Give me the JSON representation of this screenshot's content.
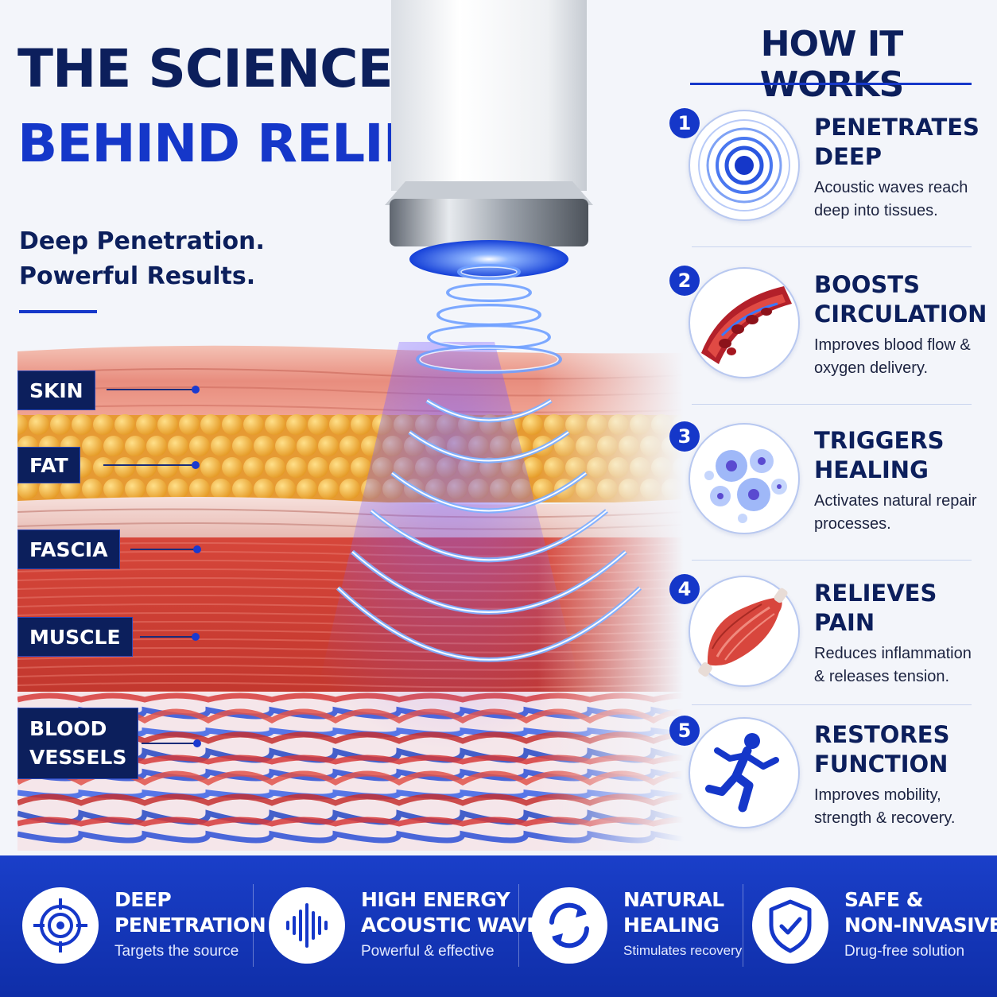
{
  "hero": {
    "title_line1": "THE SCIENCE",
    "title_line2": "BEHIND RELIEF",
    "subtitle_line1": "Deep Penetration.",
    "subtitle_line2": "Powerful Results."
  },
  "tissue_layers": {
    "skin": "SKIN",
    "fat": "FAT",
    "fascia": "FASCIA",
    "muscle": "MUSCLE",
    "blood_vessels_line1": "BLOOD",
    "blood_vessels_line2": "VESSELS"
  },
  "how_it_works": {
    "title": "HOW IT WORKS",
    "steps": [
      {
        "number": "1",
        "title_line1": "PENETRATES",
        "title_line2": "DEEP",
        "description": "Acoustic waves reach deep into tissues.",
        "icon": "target-waves-icon"
      },
      {
        "number": "2",
        "title_line1": "BOOSTS",
        "title_line2": "CIRCULATION",
        "description": "Improves blood flow & oxygen delivery.",
        "icon": "blood-vessel-icon"
      },
      {
        "number": "3",
        "title_line1": "TRIGGERS",
        "title_line2": "HEALING",
        "description": "Activates natural repair processes.",
        "icon": "cells-icon"
      },
      {
        "number": "4",
        "title_line1": "RELIEVES",
        "title_line2": "PAIN",
        "description": "Reduces inflammation & releases tension.",
        "icon": "muscle-icon"
      },
      {
        "number": "5",
        "title_line1": "RESTORES",
        "title_line2": "FUNCTION",
        "description": "Improves mobility, strength & recovery.",
        "icon": "runner-icon"
      }
    ]
  },
  "features": [
    {
      "title_line1": "DEEP",
      "title_line2": "PENETRATION",
      "description": "Targets the source",
      "icon": "crosshair-icon"
    },
    {
      "title_line1": "HIGH ENERGY",
      "title_line2": "ACOUSTIC WAVES",
      "description": "Powerful & effective",
      "icon": "sound-wave-icon"
    },
    {
      "title_line1": "NATURAL",
      "title_line2": "HEALING",
      "description": "Stimulates recovery",
      "icon": "refresh-arrows-icon"
    },
    {
      "title_line1": "SAFE &",
      "title_line2": "NON-INVASIVE",
      "description": "Drug-free solution",
      "icon": "shield-check-icon"
    }
  ],
  "colors": {
    "navy": "#0c1f5c",
    "brand_blue": "#1537c9",
    "background": "#f3f5fa",
    "wave_glow": "#3d7bff",
    "fat_yellow": "#f5b13c",
    "muscle_red": "#d8453a",
    "vessel_blue": "#2b4fd6"
  }
}
